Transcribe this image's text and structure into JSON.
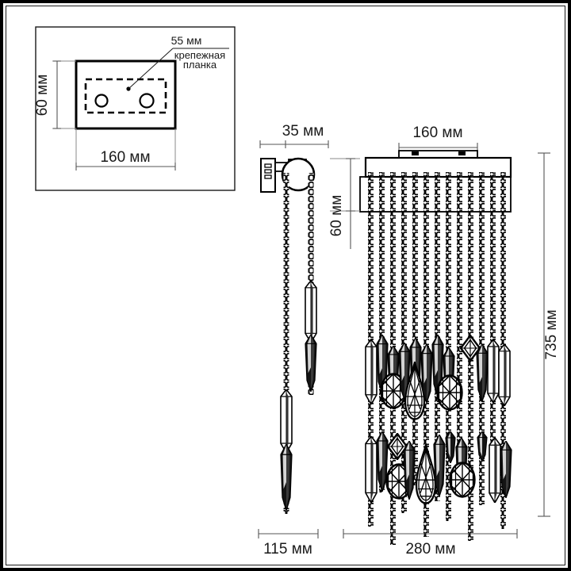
{
  "drawing": {
    "title": "Wall sconce technical dimension drawing",
    "units": "мм",
    "line_color": "#000000",
    "dim_color": "#555555",
    "background": "#ffffff",
    "border_color": "#000000"
  },
  "inset_view": {
    "name": "mounting-plate-detail",
    "width_label": "160 мм",
    "height_label": "60 мм",
    "callout_value": "55 мм",
    "callout_note_line1": "крепежная",
    "callout_note_line2": "планка",
    "hole_count": 2
  },
  "side_view": {
    "name": "side-elevation",
    "depth_label": "35 мм",
    "bottom_label": "115 мм",
    "chain_count": 2
  },
  "front_view": {
    "name": "front-elevation",
    "top_width_label": "160 мм",
    "canopy_height_label": "60 мм",
    "total_height_label": "735 мм",
    "bottom_width_label": "280 мм",
    "chain_count": 13
  }
}
